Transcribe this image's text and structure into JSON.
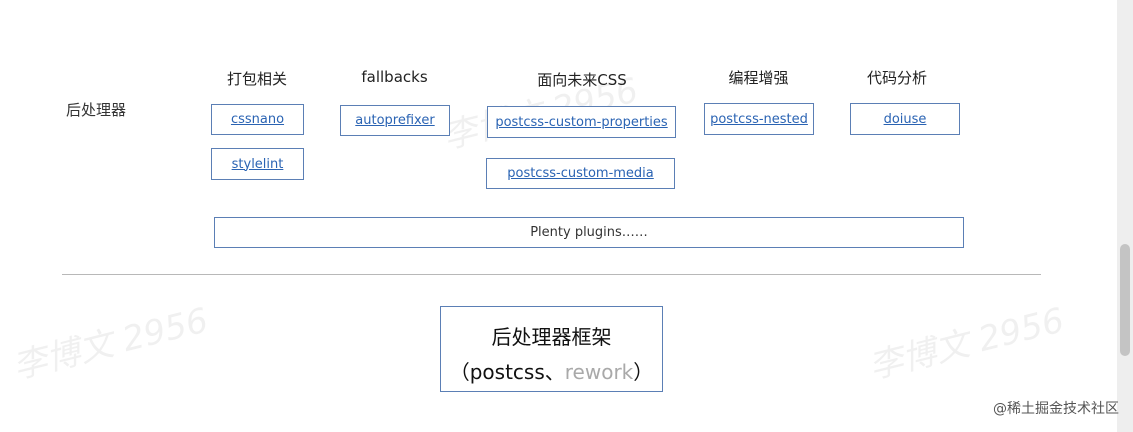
{
  "row_label": "后处理器",
  "categories": [
    {
      "name": "打包相关",
      "plugins": [
        "cssnano",
        "stylelint"
      ]
    },
    {
      "name": "fallbacks",
      "plugins": [
        "autoprefixer"
      ]
    },
    {
      "name": "面向未来CSS",
      "plugins": [
        "postcss-custom-properties",
        "postcss-custom-media"
      ]
    },
    {
      "name": "编程增强",
      "plugins": [
        "postcss-nested"
      ]
    },
    {
      "name": "代码分析",
      "plugins": [
        "doiuse"
      ]
    }
  ],
  "plenty_plugins": "Plenty plugins……",
  "framework": {
    "title": "后处理器框架",
    "paren_open": "（",
    "primary": "postcss",
    "separator": "、",
    "secondary": "rework",
    "paren_close": "）"
  },
  "watermark": "李博文 2956",
  "source_mark": "@稀土掘金技术社区"
}
